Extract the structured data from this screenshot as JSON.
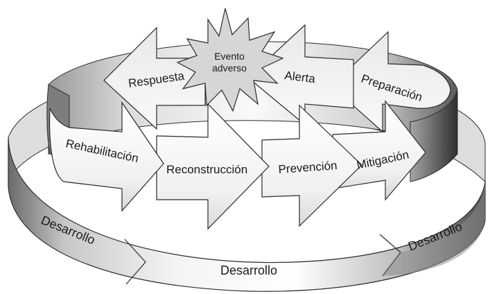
{
  "diagram": {
    "outer_band": {
      "left": "Desarrollo",
      "center": "Desarrollo",
      "right": "Desarrollo"
    },
    "upper_ring": [
      "Respuesta",
      "Alerta",
      "Preparación"
    ],
    "event": {
      "line1": "Evento",
      "line2": "adverso"
    },
    "lower_ring": [
      "Rehabilitación",
      "Reconstrucción",
      "Prevención",
      "Mitigación"
    ],
    "colors": {
      "ring_dark": "#555555",
      "ring_light": "#f2f2f2",
      "arrow_light": "#f7f7f7",
      "arrow_shadow": "#9a9a9a",
      "outline": "#2a2a2a"
    }
  }
}
